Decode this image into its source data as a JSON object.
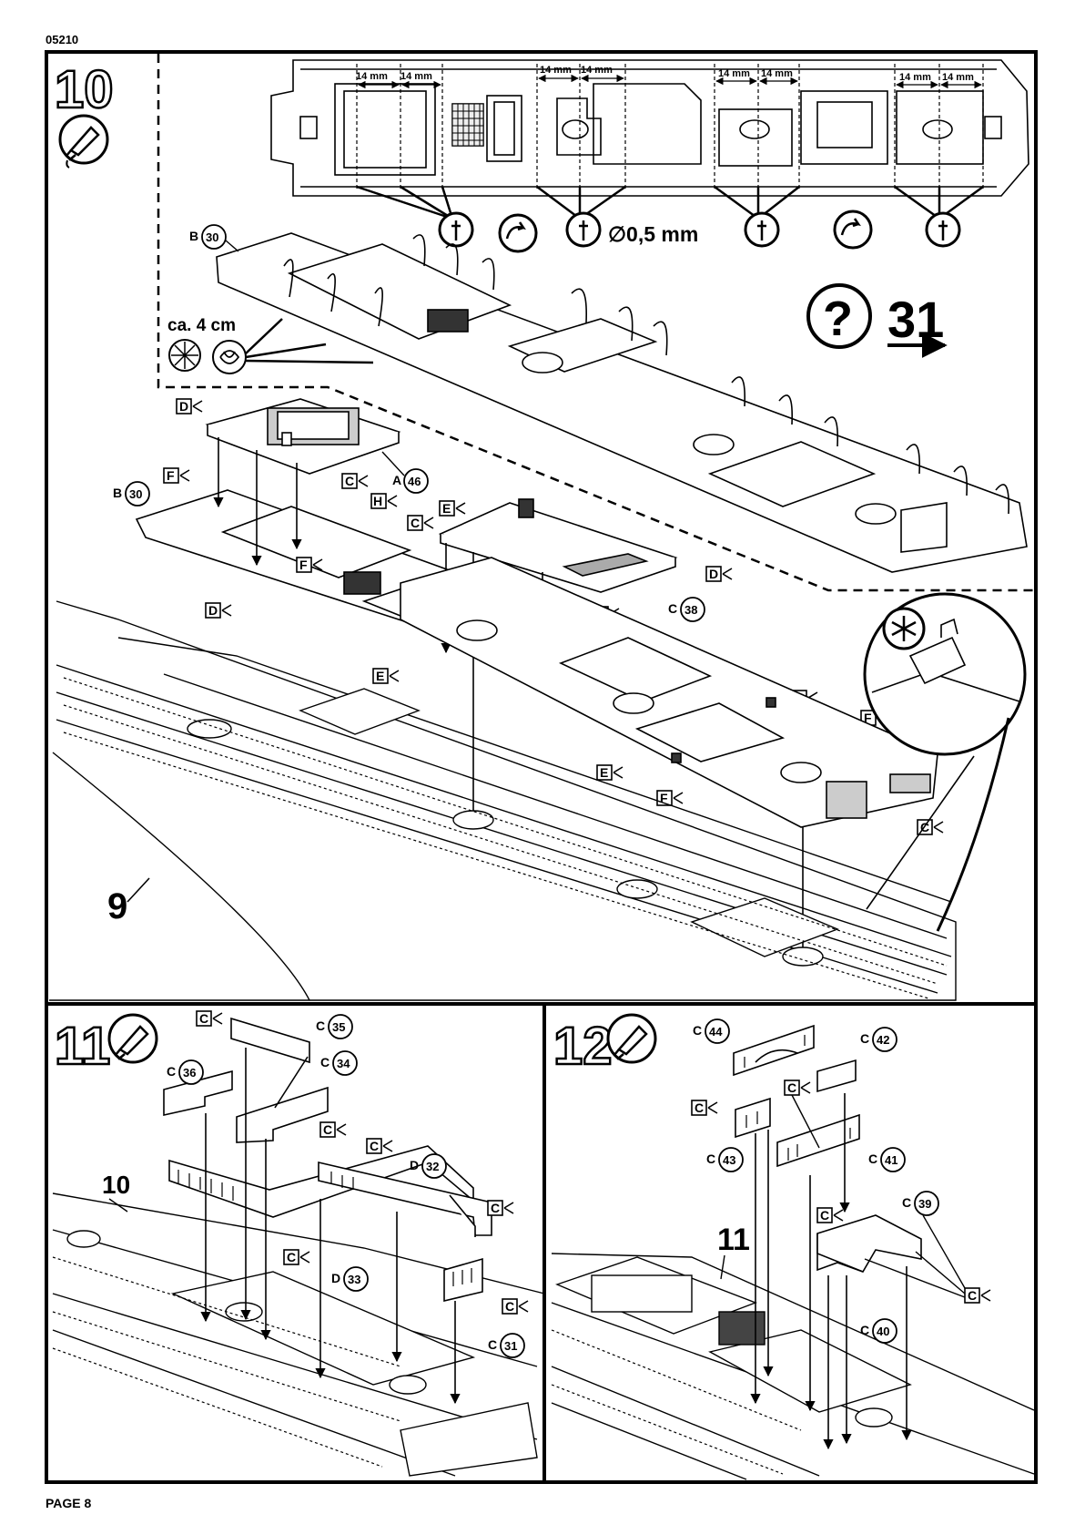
{
  "header": {
    "code": "05210"
  },
  "footer": {
    "page": "PAGE 8"
  },
  "steps": [
    {
      "number": "10",
      "icon": "glue-tube-icon"
    },
    {
      "number": "11",
      "icon": "glue-tube-icon"
    },
    {
      "number": "12",
      "icon": "glue-tube-icon"
    }
  ],
  "step10": {
    "dims": [
      "14 mm",
      "14 mm",
      "14 mm",
      "14 mm",
      "14 mm",
      "14 mm",
      "14 mm",
      "14 mm"
    ],
    "drill": "∅0,5 mm",
    "length": "ca. 4 cm",
    "ref": "31",
    "hull_ref": "9",
    "parts": [
      {
        "sprue": "B",
        "num": "30"
      },
      {
        "sprue": "B",
        "num": "30"
      },
      {
        "sprue": "A",
        "num": "46"
      },
      {
        "sprue": "C",
        "num": "38"
      }
    ],
    "glue_tags": [
      "D",
      "C",
      "F",
      "H",
      "C",
      "E",
      "F",
      "D",
      "E",
      "C",
      "D",
      "E",
      "F",
      "E",
      "F",
      "D",
      "C"
    ]
  },
  "step11": {
    "ref": "10",
    "parts": [
      {
        "sprue": "C",
        "num": "35"
      },
      {
        "sprue": "C",
        "num": "36"
      },
      {
        "sprue": "C",
        "num": "34"
      },
      {
        "sprue": "D",
        "num": "32"
      },
      {
        "sprue": "D",
        "num": "33"
      },
      {
        "sprue": "C",
        "num": "31"
      }
    ],
    "glue_tags": [
      "C",
      "C",
      "C",
      "C",
      "C",
      "C"
    ]
  },
  "step12": {
    "ref": "11",
    "parts": [
      {
        "sprue": "C",
        "num": "44"
      },
      {
        "sprue": "C",
        "num": "42"
      },
      {
        "sprue": "C",
        "num": "43"
      },
      {
        "sprue": "C",
        "num": "41"
      },
      {
        "sprue": "C",
        "num": "39"
      },
      {
        "sprue": "C",
        "num": "40"
      }
    ],
    "glue_tags": [
      "C",
      "C",
      "C",
      "C"
    ]
  }
}
